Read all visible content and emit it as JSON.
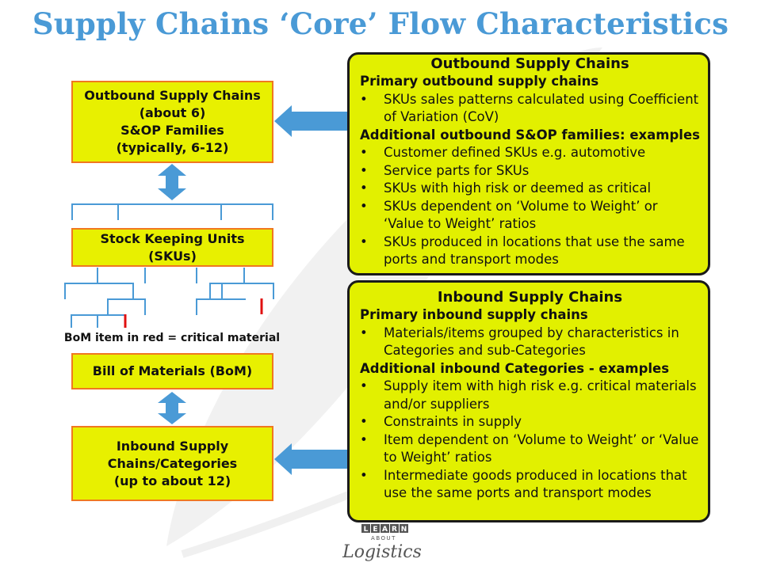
{
  "title": "Supply Chains ‘Core’ Flow Characteristics",
  "left": {
    "outbound_box": [
      "Outbound Supply Chains",
      "(about 6)",
      "S&OP Families",
      "(typically, 6-12)"
    ],
    "sku_box": [
      "Stock Keeping Units",
      "(SKUs)"
    ],
    "bom_caption": "BoM item in red = critical material",
    "bom_box": [
      "Bill of Materials (BoM)"
    ],
    "inbound_box": [
      "Inbound Supply",
      "Chains/Categories",
      "(up to about 12)"
    ]
  },
  "outbound_panel": {
    "title": "Outbound Supply Chains",
    "primary_heading": "Primary outbound supply chains",
    "primary_items": [
      "SKUs sales patterns calculated using Coefficient of Variation (CoV)"
    ],
    "additional_heading": "Additional outbound S&OP families: examples",
    "additional_items": [
      "Customer defined SKUs e.g. automotive",
      "Service parts for SKUs",
      "SKUs with high risk or deemed as critical",
      "SKUs dependent on ‘Volume to Weight’ or ‘Value to Weight’ ratios",
      "SKUs produced in locations that use the same ports and transport modes"
    ]
  },
  "inbound_panel": {
    "title": "Inbound Supply Chains",
    "primary_heading": "Primary inbound supply chains",
    "primary_items": [
      "Materials/items grouped by characteristics in Categories and sub-Categories"
    ],
    "additional_heading": "Additional inbound Categories - examples",
    "additional_items": [
      "Supply item with high risk e.g. critical materials and/or suppliers",
      "Constraints in supply",
      "Item dependent on ‘Volume to Weight’ or ‘Value to Weight’ ratios",
      "Intermediate goods produced in locations that use the same ports and transport modes"
    ]
  },
  "logo": {
    "top_letters": [
      "L",
      "E",
      "A",
      "R",
      "N"
    ],
    "middle": "ABOUT",
    "script": "Logistics"
  },
  "colors": {
    "title": "#4a9ad6",
    "box_fill": "#e8f000",
    "box_border": "#f07820",
    "panel_fill": "#e2f000",
    "panel_border": "#1a1a1a",
    "arrow": "#4a9ad6",
    "tree_line": "#4a9ad6",
    "critical": "#e01010"
  }
}
